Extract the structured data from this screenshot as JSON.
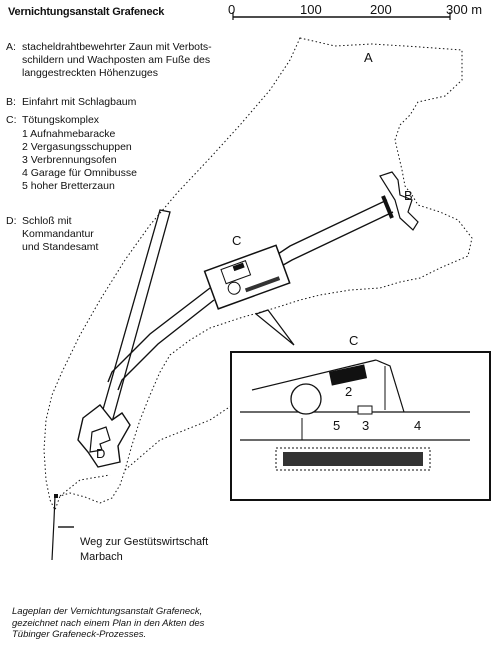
{
  "title": "Vernichtungsanstalt Grafeneck",
  "scale": {
    "ticks": [
      "0",
      "100",
      "200",
      "300 m"
    ]
  },
  "legend": [
    {
      "key": "A:",
      "lines": [
        "stacheldrahtbewehrter Zaun mit Verbots-",
        "schildern und Wachposten am Fuße des",
        "langgestreckten Höhenzuges"
      ]
    },
    {
      "key": "B:",
      "lines": [
        "Einfahrt mit Schlagbaum"
      ]
    },
    {
      "key": "C:",
      "lines": [
        "Tötungskomplex"
      ]
    },
    {
      "key": "",
      "lines": [
        "1 Aufnahmebaracke",
        "2 Vergasungsschuppen",
        "3 Verbrennungsofen",
        "4 Garage für Omnibusse",
        "5 hoher Bretterzaun"
      ]
    },
    {
      "key": "D:",
      "lines": [
        "Schloß mit",
        "Kommandantur",
        "und Standesamt"
      ]
    }
  ],
  "map_labels": {
    "A": "A",
    "B": "B",
    "C": "C",
    "D": "D"
  },
  "inset_labels": {
    "C": "C",
    "n2": "2",
    "n3": "3",
    "n4": "4",
    "n5": "5"
  },
  "road_label": [
    "Weg zur Gestütswirtschaft",
    "Marbach"
  ],
  "caption": "Lageplan der Vernichtungsanstalt Grafeneck, gezeichnet nach einem Plan in den Akten des Tübinger Grafeneck-Prozesses."
}
